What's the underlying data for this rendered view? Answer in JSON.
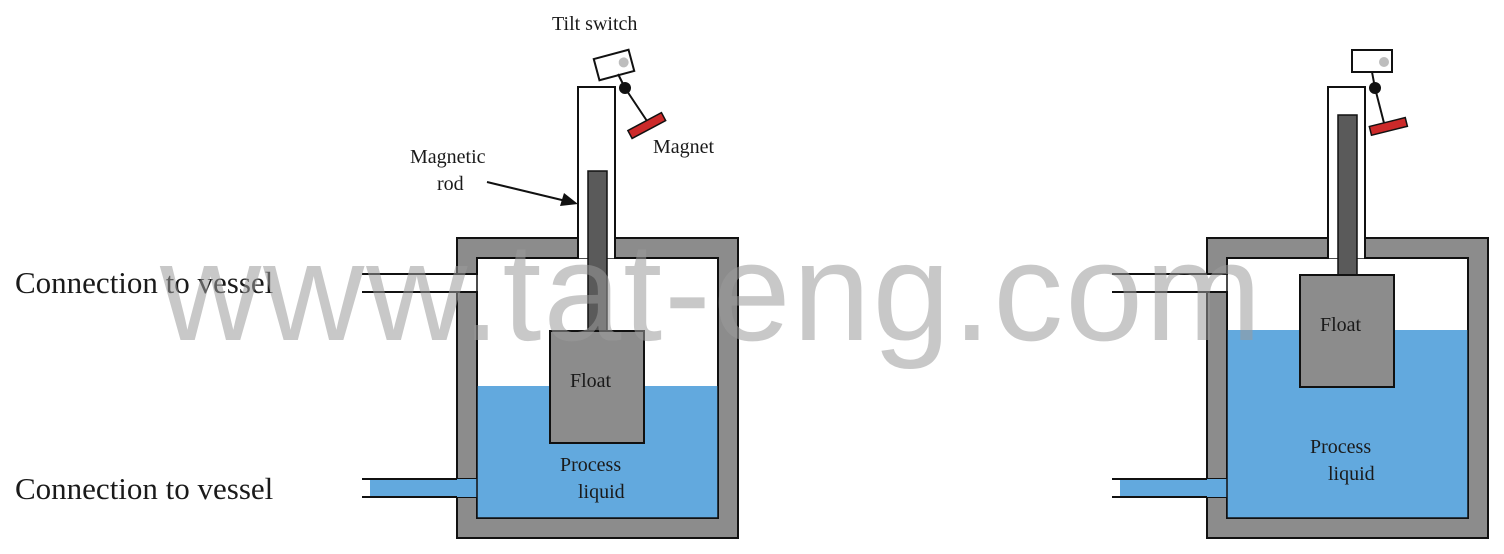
{
  "watermark": "www.tat-eng.com",
  "connections": {
    "upper": "Connection to vessel",
    "lower": "Connection to vessel"
  },
  "left_panel": {
    "tilt_switch": "Tilt switch",
    "magnet": "Magnet",
    "magnetic_rod_line1": "Magnetic",
    "magnetic_rod_line2": "rod",
    "float": "Float",
    "liquid_line1": "Process",
    "liquid_line2": "liquid"
  },
  "right_panel": {
    "float": "Float",
    "liquid_line1": "Process",
    "liquid_line2": "liquid"
  },
  "colors": {
    "wall": "#8c8c8c",
    "liquid": "#62a9de",
    "float": "#8c8c8c",
    "rod": "#5a5a5a",
    "magnet": "#cc2a2a"
  }
}
